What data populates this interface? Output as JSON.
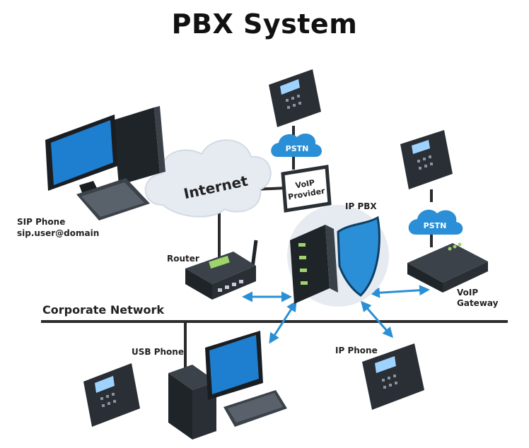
{
  "title": "PBX System",
  "labels": {
    "sip_phone": "SIP Phone",
    "sip_address": "sip.user@domain",
    "router": "Router",
    "corporate_network": "Corporate Network",
    "usb_phone": "USB Phone",
    "ip_phone": "IP Phone",
    "ip_pbx": "IP PBX",
    "voip_gateway_1": "VoIP",
    "voip_gateway_2": "Gateway",
    "internet": "Internet",
    "pstn_top": "PSTN",
    "pstn_right": "PSTN",
    "voip_provider_1": "VoIP",
    "voip_provider_2": "Provider"
  },
  "colors": {
    "accent_blue": "#2a8fd6",
    "screen_blue": "#1e7fd0",
    "cloud_light": "#e6ebf1",
    "device_dark": "#2a2f35",
    "line_dark": "#2b2b2b"
  }
}
